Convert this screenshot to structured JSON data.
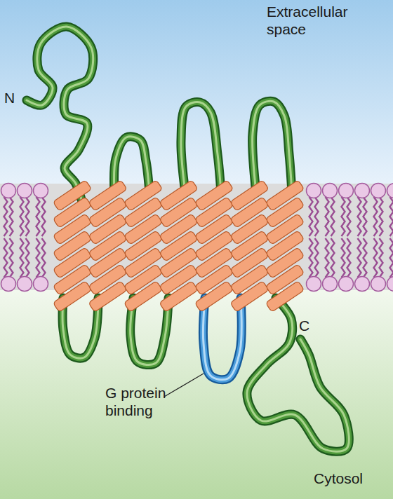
{
  "diagram": {
    "labels": [
      "Extracellular space",
      "N",
      "C",
      "G protein binding",
      "Cytosol"
    ]
  }
}
